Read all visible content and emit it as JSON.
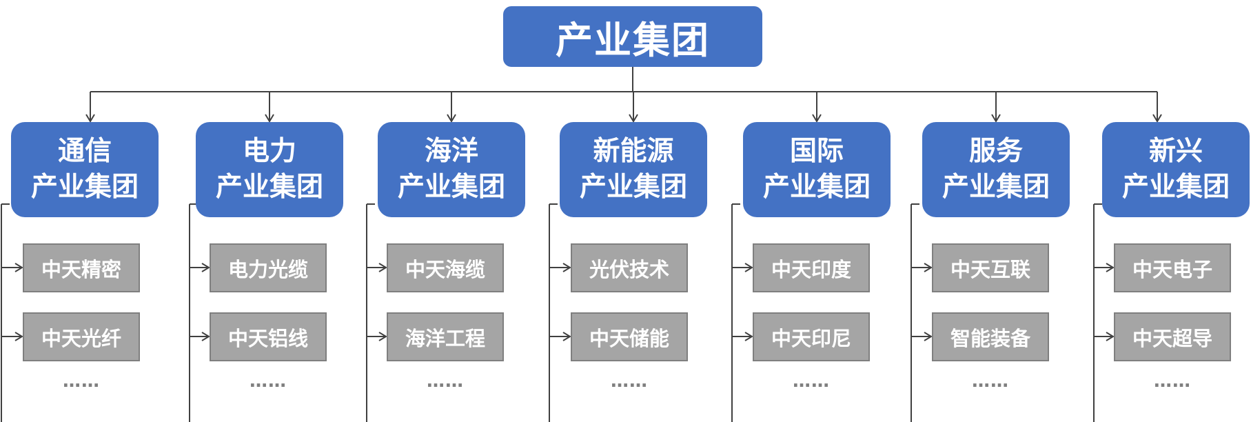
{
  "root": {
    "label": "产业集团"
  },
  "groups": [
    {
      "name": "通信",
      "suffix": "产业集团",
      "children": [
        "中天精密",
        "中天光纤"
      ],
      "more": "……"
    },
    {
      "name": "电力",
      "suffix": "产业集团",
      "children": [
        "电力光缆",
        "中天铝线"
      ],
      "more": "……"
    },
    {
      "name": "海洋",
      "suffix": "产业集团",
      "children": [
        "中天海缆",
        "海洋工程"
      ],
      "more": "……"
    },
    {
      "name": "新能源",
      "suffix": "产业集团",
      "children": [
        "光伏技术",
        "中天储能"
      ],
      "more": "……"
    },
    {
      "name": "国际",
      "suffix": "产业集团",
      "children": [
        "中天印度",
        "中天印尼"
      ],
      "more": "……"
    },
    {
      "name": "服务",
      "suffix": "产业集团",
      "children": [
        "中天互联",
        "智能装备"
      ],
      "more": "……"
    },
    {
      "name": "新兴",
      "suffix": "产业集团",
      "children": [
        "中天电子",
        "中天超导"
      ],
      "more": "……"
    }
  ],
  "colors": {
    "primary": "#4472C4",
    "secondary": "#A5A5A5",
    "line": "#404040"
  }
}
